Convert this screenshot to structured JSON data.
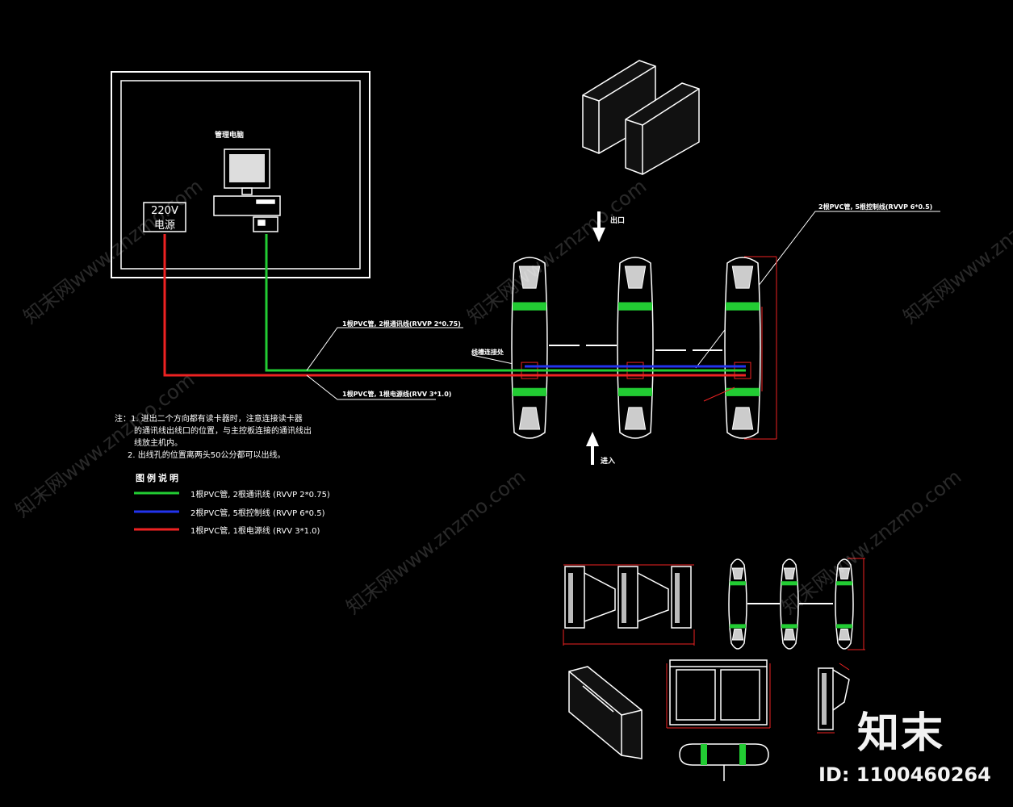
{
  "diagram": {
    "control_room": {
      "computer_label": "管理电脑",
      "power_supply": {
        "line1": "220V",
        "line2": "电源"
      }
    },
    "cable_labels": {
      "upper": "1根PVC管, 2根通讯线(RVVP 2*0.75)",
      "lower": "1根PVC管, 1根电源线(RVV 3*1.0)",
      "junction": "线槽连接处",
      "right": "2根PVC管, 5根控制线(RVVP 6*0.5)"
    },
    "directions": {
      "exit": "出口",
      "entry": "进入"
    },
    "notes": [
      "注：1. 进出二个方向都有读卡器时，注意连接读卡器",
      "的通讯线出线口的位置，与主控板连接的通讯线出",
      "线放主机内。",
      "2. 出线孔的位置离两头50公分都可以出线。"
    ],
    "legend": {
      "title": "图例说明",
      "items": [
        {
          "color": "#22cc33",
          "label": "1根PVC管, 2根通讯线 (RVVP 2*0.75)"
        },
        {
          "color": "#2233ee",
          "label": "2根PVC管, 5根控制线 (RVVP 6*0.5)"
        },
        {
          "color": "#ee2222",
          "label": "1根PVC管, 1根电源线 (RVV 3*1.0)"
        }
      ]
    }
  },
  "watermark": {
    "text": "知末网www.znzmo.com",
    "brand": "知末",
    "id": "ID: 1100460264"
  },
  "colors": {
    "background": "#000000",
    "comm_line": "#22cc33",
    "control_line": "#2233ee",
    "power_line": "#ee2222",
    "linework": "#ffffff",
    "dimension": "#ee2222"
  }
}
